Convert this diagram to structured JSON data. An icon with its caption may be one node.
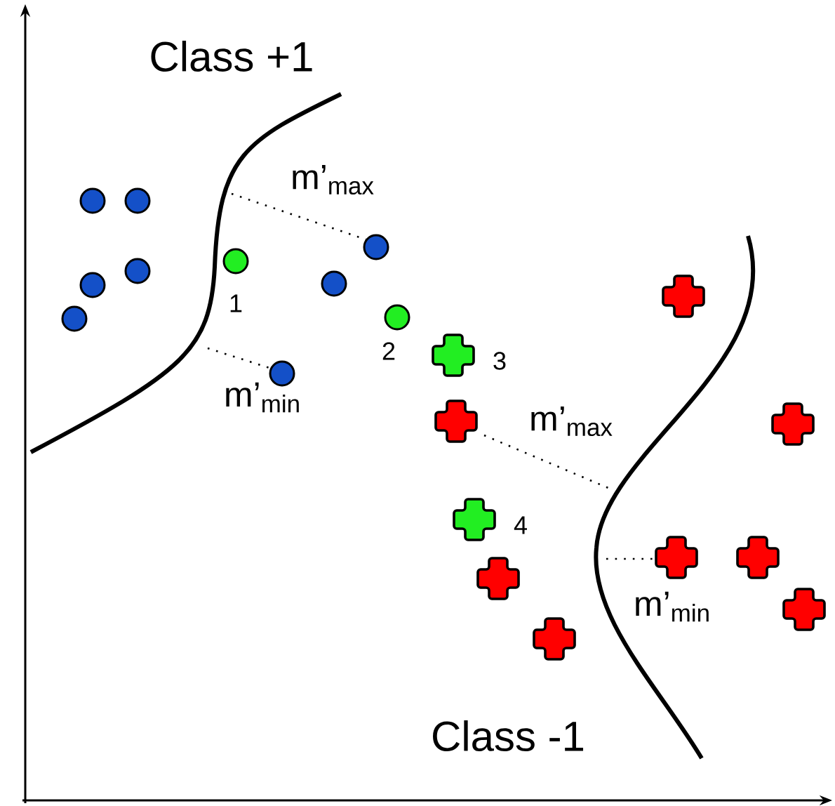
{
  "diagram": {
    "labels": [
      "Class +1",
      "m’$_{max}$",
      "1",
      "2",
      "3",
      "m’$_{min}$",
      "m’$_{max}$",
      "4",
      "m’$_{min}$",
      "Class -1"
    ]
  }
}
